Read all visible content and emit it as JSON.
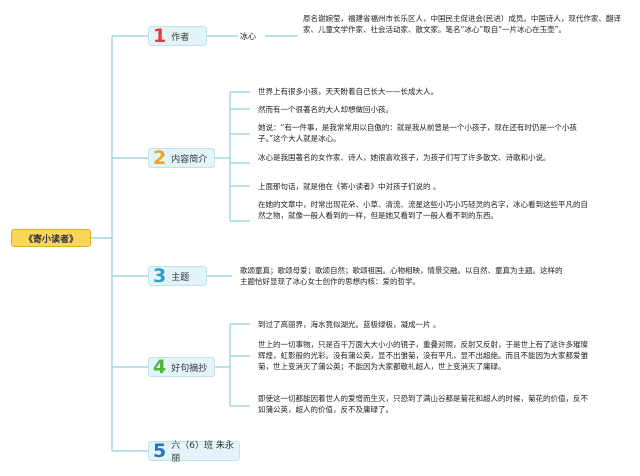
{
  "root": {
    "label": "《寄小读者》"
  },
  "colors": {
    "branch_line": "#8fd0dd",
    "num1": "#e5393f",
    "num2": "#f2a51c",
    "num3": "#2c9fd6",
    "num4": "#4fb33e",
    "num5": "#2d6fc1",
    "root_fill": "#f9d65a",
    "node_fill": "#e2f4f7"
  },
  "branches": [
    {
      "num": "1",
      "label": "作者",
      "sub": "冰心",
      "detail": "原名谢婉莹，福建省福州市长乐区人，中国民主促进会(民进）成员。中国诗人，现代作家、翻译家、儿童文学作家、社会活动家、散文家。笔名“冰心”取自“一片冰心在玉壶”。"
    },
    {
      "num": "2",
      "label": "内容简介",
      "items": [
        "世界上有很多小孩，天天盼着自己长大——长成大人。",
        "然而有一个很著名的大人却想做回小孩。",
        "她说：“有一件事，是我常常用以自傲的：就是我从前曾是一个小孩子，现在还有时仍是一个小孩子。”这个大人就是冰心。",
        "冰心是我国著名的女作家、诗人，她很喜欢孩子，为孩子们写了许多散文、诗歌和小说。",
        "上面那句话，就是他在《寄小读者》中对孩子们说的 。",
        "在她的文章中，时常出现花朵、小草、清流、流星这些小巧小巧轻灵的名字，冰心看到这些平凡的自然之物，就像一般人看到的一样，但是她又看到了一般人看不到的东西。"
      ]
    },
    {
      "num": "3",
      "label": "主题",
      "detail": "歌颂童真；歌颂母爱；歌颂自然；歌颂祖国。心物相映，情景交融。以自然、童真为主题。这样的主题恰好显现了冰心女士创作的思想内核：爱的哲学。"
    },
    {
      "num": "4",
      "label": "好句摘抄",
      "items": [
        "到过了高丽界，海水竟似湖光。蓝极绿极，凝成一片 。",
        "世上的一切事物，只是百千万面大大小小的镜子，重叠对照，反射又反射，于是世上有了这许多璀璨辉煌，虹影般的光彩。没有蒲公英，显不出雏菊，没有平凡，显不出超绝。而且不能因为大家都爱雏菊，世上变消灭了蒲公英；不能因为大家都敬礼超人，世上变消灭了庸碌。",
        "即使这一切都能因着世人的爱憎而生灭，只恐到了满山谷都是菊花和超人的时候，菊花的价值，反不如蒲公英，超人的价值，反不及庸碌了。"
      ]
    },
    {
      "num": "5",
      "label": "六（6）班 朱永丽"
    }
  ]
}
